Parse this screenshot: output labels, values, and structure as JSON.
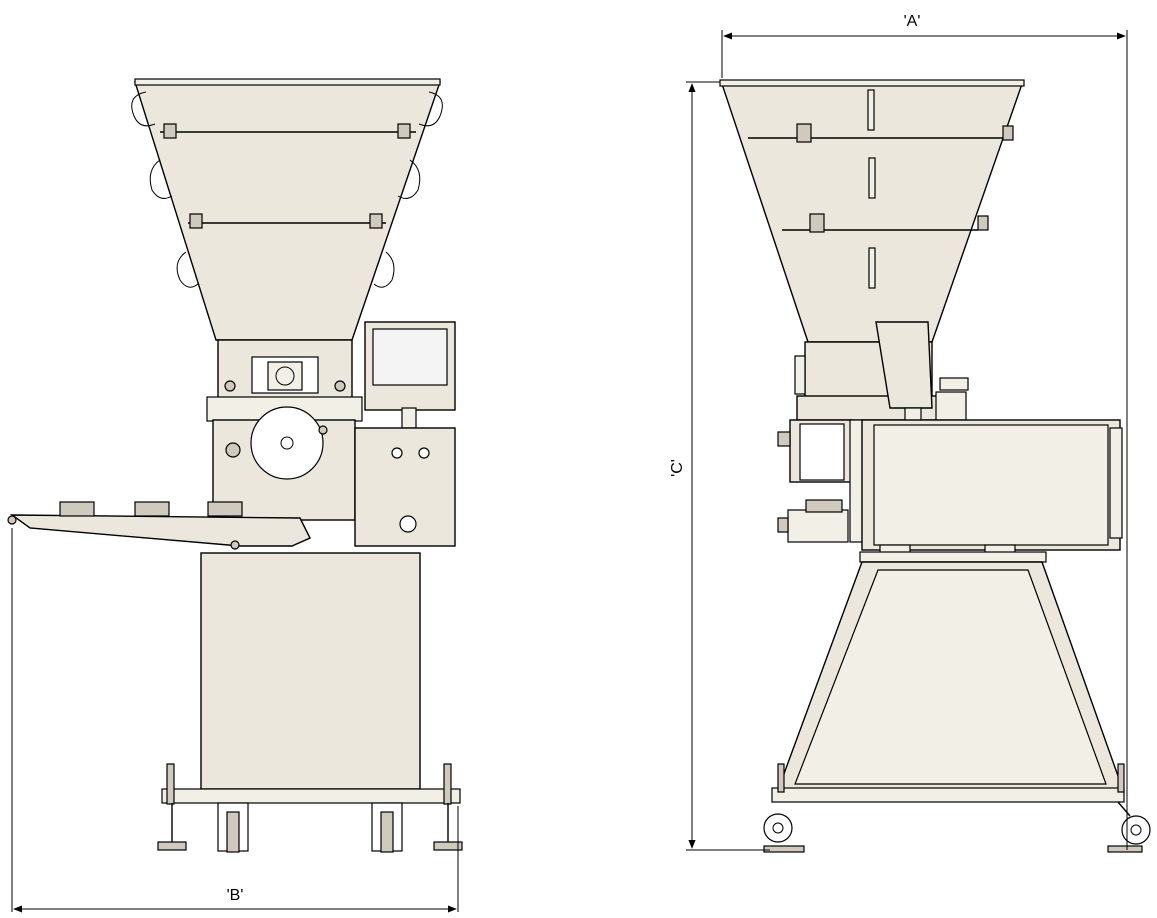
{
  "drawing": {
    "dimensions": {
      "a_label": "'A'",
      "b_label": "'B'",
      "c_label": "'C'"
    },
    "colors": {
      "machine_fill": "#ebe7dc",
      "line": "#000000",
      "background": "#ffffff"
    }
  }
}
